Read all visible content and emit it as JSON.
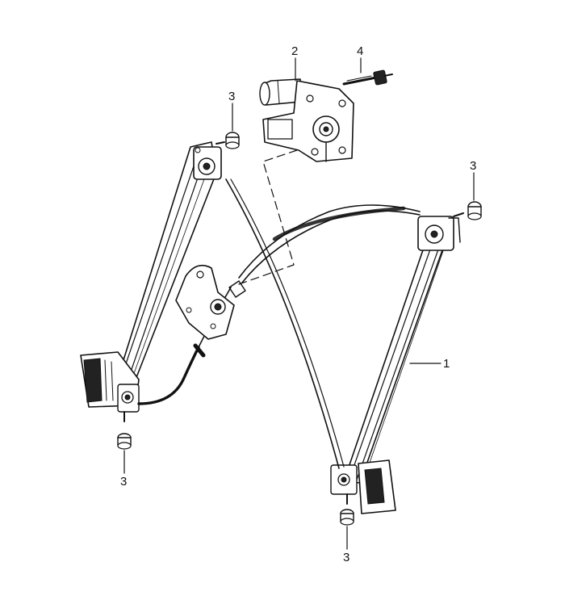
{
  "callouts": {
    "regulator": "1",
    "motor": "2",
    "nut_top_left": "3",
    "nut_top_right": "3",
    "nut_bottom_left": "3",
    "nut_bottom_right": "3",
    "bolt": "4"
  }
}
